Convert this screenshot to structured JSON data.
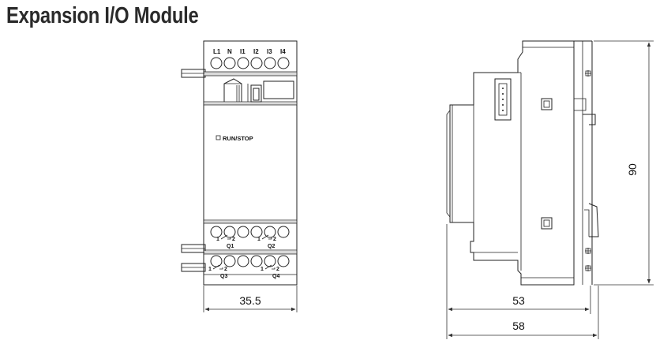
{
  "title": "Expansion I/O Module",
  "front_view": {
    "terminal_labels_top": [
      "L1",
      "N",
      "I1",
      "I2",
      "I3",
      "I4"
    ],
    "indicator_label": "RUN/STOP",
    "relay_outputs": [
      {
        "pin_a": "1",
        "pin_b": "2",
        "label": "Q1"
      },
      {
        "pin_a": "1",
        "pin_b": "2",
        "label": "Q2"
      },
      {
        "pin_a": "1",
        "pin_b": "2",
        "label": "Q3"
      },
      {
        "pin_a": "1",
        "pin_b": "2",
        "label": "Q4"
      }
    ],
    "width_dimension": "35.5"
  },
  "side_view": {
    "height_dimension": "90",
    "depth_dimension_1": "53",
    "depth_dimension_2": "58"
  }
}
